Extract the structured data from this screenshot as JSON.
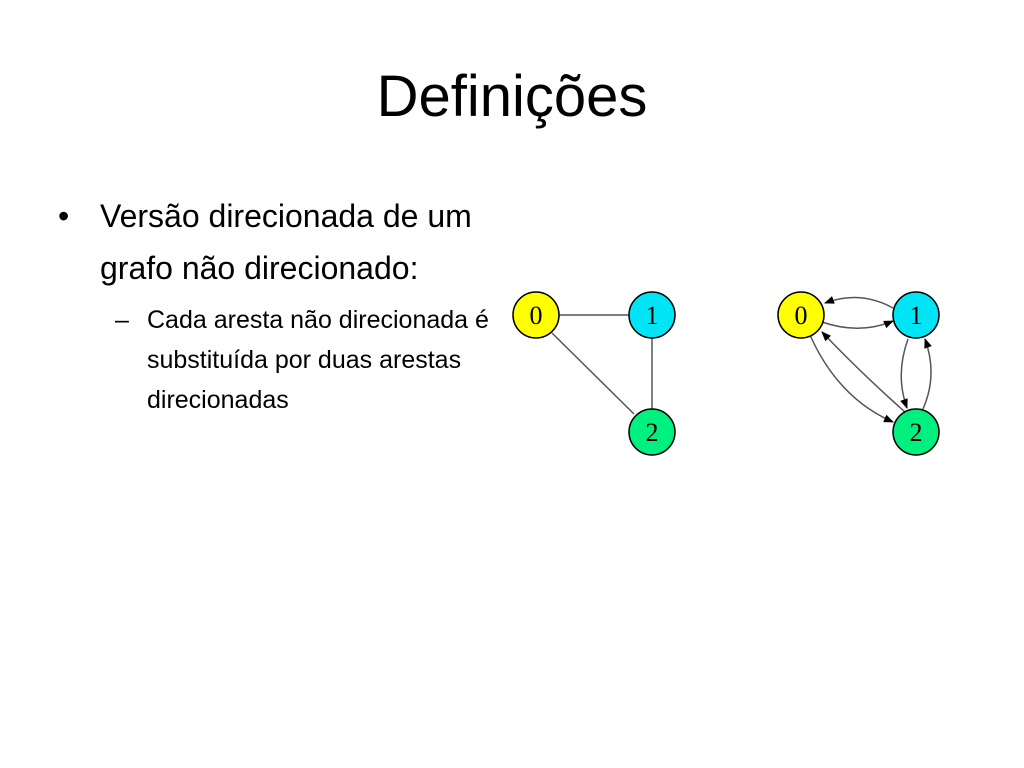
{
  "slide": {
    "title": "Definições",
    "bullet": {
      "marker": "•",
      "text": "Versão direcionada de um grafo não direcionado:"
    },
    "sub_bullet": {
      "marker": "–",
      "text": "Cada aresta não direcionada é substituída por duas arestas direcionadas"
    }
  },
  "diagram": {
    "colors": {
      "node_0": "#ffff00",
      "node_1": "#00e5f5",
      "node_2": "#00f080",
      "stroke": "#000000",
      "edge": "#555555"
    },
    "undirected_graph": {
      "nodes": [
        {
          "id": "0",
          "label": "0"
        },
        {
          "id": "1",
          "label": "1"
        },
        {
          "id": "2",
          "label": "2"
        }
      ],
      "edges": [
        {
          "from": "0",
          "to": "1"
        },
        {
          "from": "0",
          "to": "2"
        },
        {
          "from": "1",
          "to": "2"
        }
      ]
    },
    "directed_graph": {
      "nodes": [
        {
          "id": "0",
          "label": "0"
        },
        {
          "id": "1",
          "label": "1"
        },
        {
          "id": "2",
          "label": "2"
        }
      ],
      "edges": [
        {
          "from": "0",
          "to": "1"
        },
        {
          "from": "1",
          "to": "0"
        },
        {
          "from": "0",
          "to": "2"
        },
        {
          "from": "2",
          "to": "0"
        },
        {
          "from": "1",
          "to": "2"
        },
        {
          "from": "2",
          "to": "1"
        }
      ]
    }
  }
}
